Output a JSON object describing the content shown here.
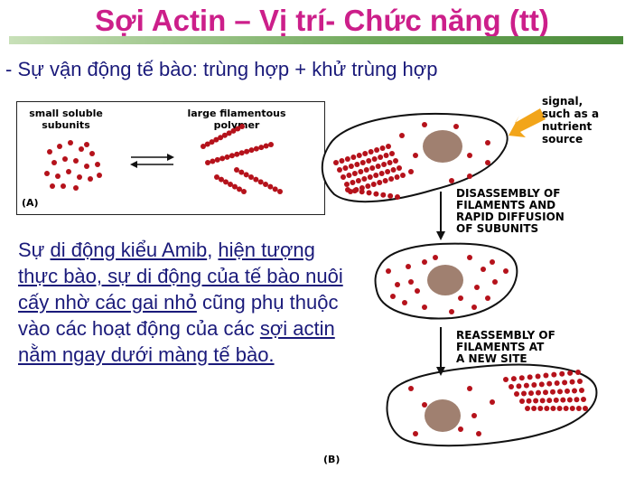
{
  "title": "Sợi Actin – Vị trí- Chức năng (tt)",
  "bullet": "- Sự vận động tế bào: trùng hợp + khử trùng hợp",
  "body": {
    "p1": "Sự ",
    "p2": "di động kiểu Amib",
    "p3": ", ",
    "p4": "hiện tượng thực bào, sự di động của tế bào nuôi cấy nhờ các gai nhỏ",
    "p5": " cũng phụ thuộc vào các hoạt động của các ",
    "p6": "sợi actin nằm ngay dưới màng tế bào."
  },
  "panel_a": {
    "left_label": "small soluble subunits",
    "right_label": "large filamentous polymer",
    "tag": "(A)"
  },
  "panel_b": {
    "signal_label": "signal, such as a nutrient source",
    "step1": "DISASSEMBLY OF FILAMENTS AND RAPID DIFFUSION OF SUBUNITS",
    "step2": "REASSEMBLY OF FILAMENTS AT A NEW SITE",
    "tag": "(B)"
  },
  "colors": {
    "title": "#cc1f8a",
    "text": "#1a1a7a",
    "dot": "#b5121b",
    "nucleus": "#a08070",
    "arrow": "#f2a51a"
  }
}
